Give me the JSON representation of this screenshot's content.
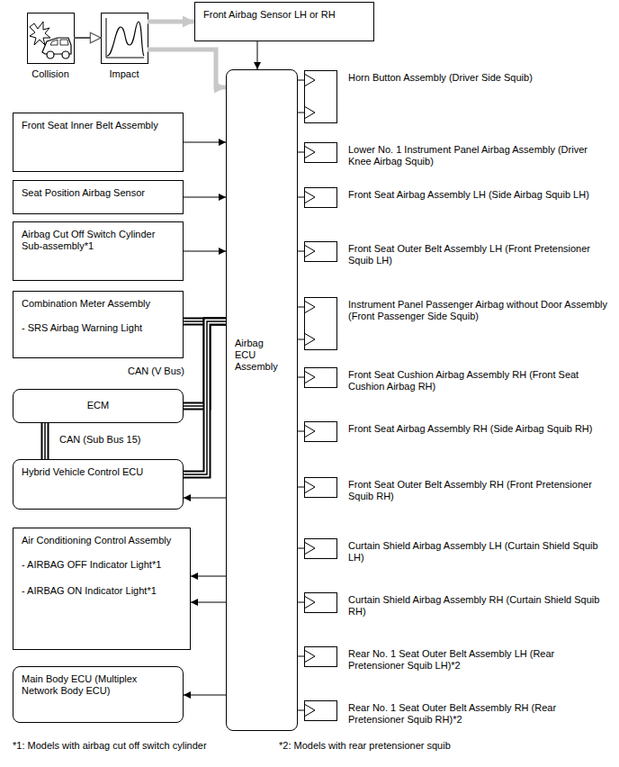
{
  "diagram": {
    "nodes": [
      {
        "text": [
          "Collision"
        ]
      },
      {
        "text": [
          "Impact"
        ]
      },
      {
        "text": [
          "Front Airbag Sensor LH or RH"
        ]
      },
      {
        "text": [
          "Front Seat Inner Belt Assembly"
        ]
      },
      {
        "text": [
          "Seat Position Airbag Sensor"
        ]
      },
      {
        "text": [
          "Airbag Cut Off Switch Cylinder Sub-assembly*1"
        ]
      },
      {
        "text": [
          "Combination Meter Assembly",
          "- SRS Airbag Warning Light"
        ]
      },
      {
        "text": [
          "Airbag ECU Assembly"
        ]
      },
      {
        "text": [
          "ECM"
        ]
      },
      {
        "text": [
          "Hybrid Vehicle Control ECU"
        ]
      },
      {
        "text": [
          "Air Conditioning Control Assembly",
          "- AIRBAG OFF Indicator Light*1",
          "- AIRBAG ON Indicator Light*1"
        ]
      },
      {
        "text": [
          "Main Body ECU (Multiplex Network Body ECU)"
        ]
      },
      {
        "text": [
          "Horn Button Assembly (Driver Side Squib)"
        ]
      },
      {
        "text": [
          "Lower No. 1 Instrument Panel Airbag Assembly (Driver Knee Airbag Squib)"
        ]
      },
      {
        "text": [
          "Front Seat Airbag Assembly LH (Side Airbag Squib LH)"
        ]
      },
      {
        "text": [
          "Front Seat Outer Belt Assembly LH (Front Pretensioner Squib LH)"
        ]
      },
      {
        "text": [
          "Instrument Panel Passenger Airbag without Door Assembly (Front Passenger Side Squib)"
        ]
      },
      {
        "text": [
          "Front Seat Cushion Airbag Assembly RH (Front Seat Cushion Airbag RH)"
        ]
      },
      {
        "text": [
          "Front Seat Airbag Assembly RH (Side Airbag Squib RH)"
        ]
      },
      {
        "text": [
          "Front Seat Outer Belt Assembly RH (Front Pretensioner Squib RH)"
        ]
      },
      {
        "text": [
          "Curtain Shield Airbag Assembly LH (Curtain Shield Squib LH)"
        ]
      },
      {
        "text": [
          "Curtain Shield Airbag Assembly RH (Curtain Shield Squib RH)"
        ]
      },
      {
        "text": [
          "Rear No. 1 Seat Outer Belt Assembly LH (Rear Pretensioner Squib LH)*2"
        ]
      },
      {
        "text": [
          "Rear No. 1 Seat Outer Belt Assembly RH (Rear Pretensioner Squib RH)*2"
        ]
      }
    ],
    "edges": [
      {
        "from": 0,
        "to": 1,
        "arrow": "to"
      },
      {
        "from": 1,
        "to": 2,
        "arrow": "to"
      },
      {
        "from": 1,
        "to": 7,
        "arrow": "to"
      },
      {
        "from": 2,
        "to": 7,
        "arrow": "to"
      },
      {
        "from": 3,
        "to": 7,
        "arrow": "to"
      },
      {
        "from": 4,
        "to": 7,
        "arrow": "to"
      },
      {
        "from": 5,
        "to": 7,
        "arrow": "to"
      },
      {
        "from": 6,
        "to": 7,
        "label": "CAN (V Bus)",
        "arrow": "none"
      },
      {
        "from": 8,
        "to": 7,
        "arrow": "none"
      },
      {
        "from": 9,
        "to": 7,
        "arrow": "none"
      },
      {
        "from": 8,
        "to": 9,
        "label": "CAN (Sub Bus 15)",
        "arrow": "none"
      },
      {
        "from": 7,
        "to": 9,
        "arrow": "to"
      },
      {
        "from": 7,
        "to": 10,
        "arrow": "to"
      },
      {
        "from": 7,
        "to": 10,
        "arrow": "to"
      },
      {
        "from": 7,
        "to": 11,
        "arrow": "to"
      },
      {
        "from": 7,
        "to": 12,
        "arrow": "none"
      },
      {
        "from": 7,
        "to": 12,
        "arrow": "none"
      },
      {
        "from": 7,
        "to": 13,
        "arrow": "none"
      },
      {
        "from": 7,
        "to": 14,
        "arrow": "none"
      },
      {
        "from": 7,
        "to": 15,
        "arrow": "none"
      },
      {
        "from": 7,
        "to": 16,
        "arrow": "none"
      },
      {
        "from": 7,
        "to": 16,
        "arrow": "none"
      },
      {
        "from": 7,
        "to": 17,
        "arrow": "none"
      },
      {
        "from": 7,
        "to": 18,
        "arrow": "none"
      },
      {
        "from": 7,
        "to": 19,
        "arrow": "none"
      },
      {
        "from": 7,
        "to": 20,
        "arrow": "none"
      },
      {
        "from": 7,
        "to": 21,
        "arrow": "none"
      },
      {
        "from": 7,
        "to": 22,
        "arrow": "none"
      },
      {
        "from": 7,
        "to": 23,
        "arrow": "none"
      }
    ],
    "labels": [
      "*1: Models with airbag cut off switch cylinder",
      "*2: Models with rear pretensioner squib"
    ]
  }
}
